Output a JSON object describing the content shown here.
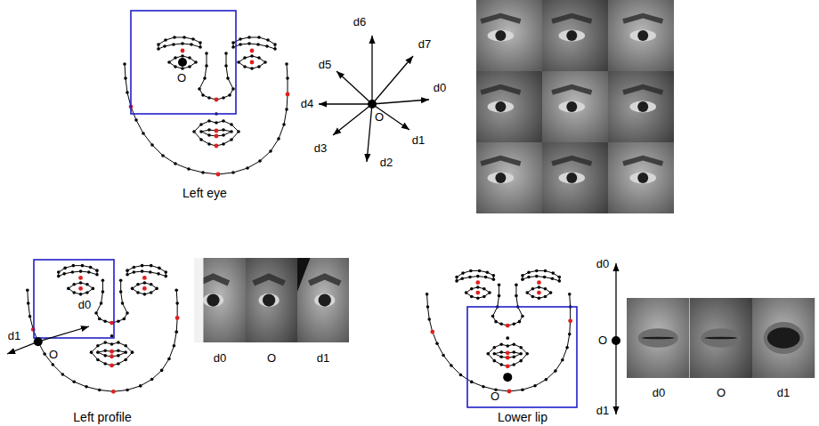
{
  "diagram": {
    "labels": [
      "O",
      "Left eye",
      "d6",
      "d7",
      "d5",
      "d0",
      "d4",
      "O",
      "d1",
      "d3",
      "d2",
      "d0",
      "d1",
      "O",
      "Left profile",
      "d0",
      "O",
      "d1",
      "O",
      "d0",
      "O",
      "d1",
      "d0",
      "O",
      "d1",
      "Lower lip"
    ]
  }
}
